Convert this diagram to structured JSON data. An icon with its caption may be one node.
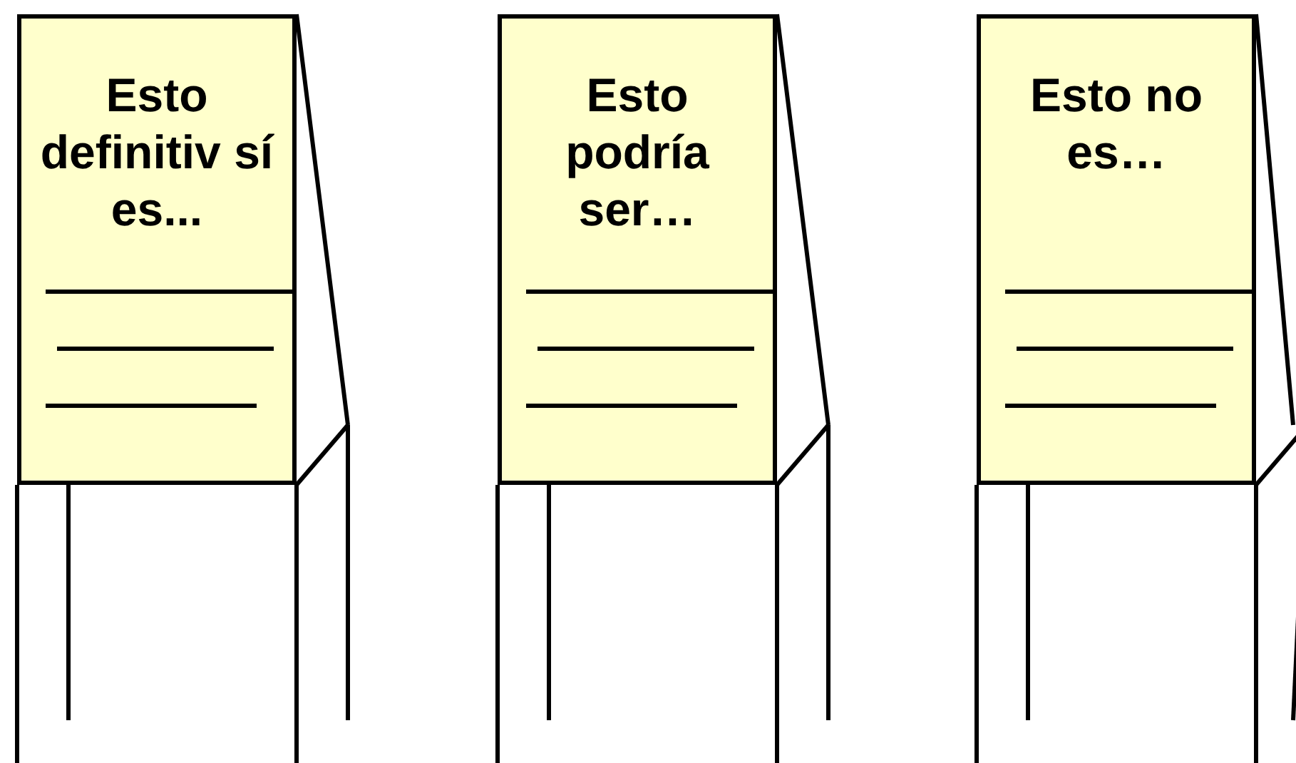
{
  "diagram": {
    "nodes": [
      {
        "text": [
          "Esto definitiv sí es..."
        ]
      },
      {
        "text": [
          "Esto podría ser…"
        ]
      },
      {
        "text": [
          "Esto no es…"
        ]
      }
    ]
  }
}
